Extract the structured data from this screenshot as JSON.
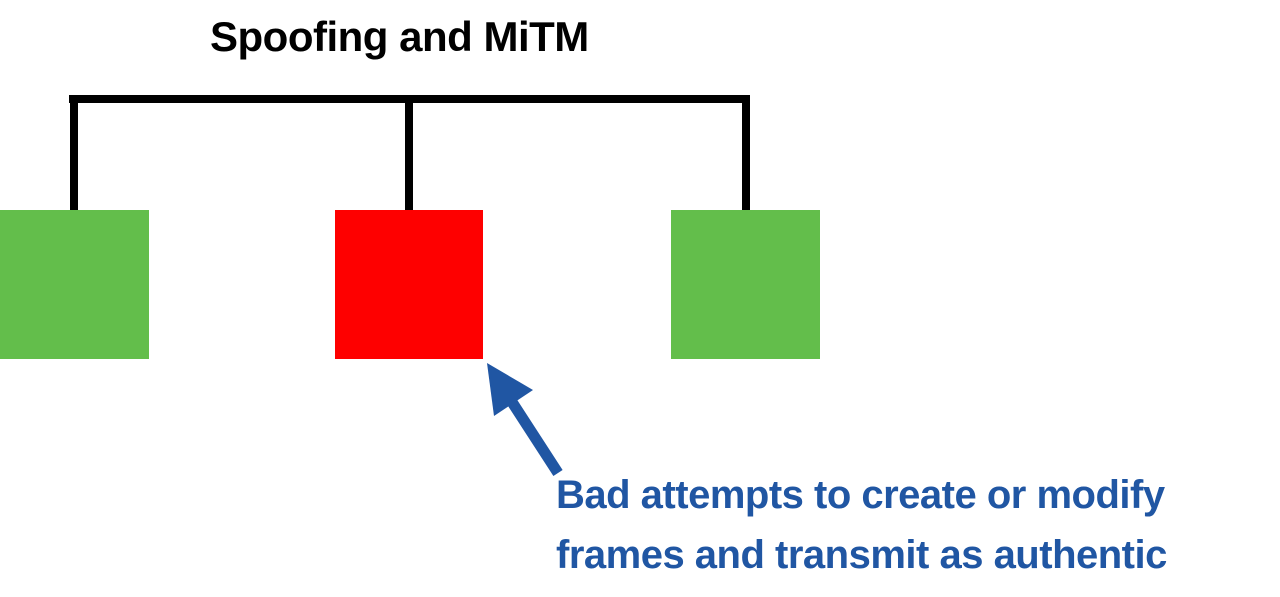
{
  "title": "Spoofing and MiTM",
  "colors": {
    "title": "#000000",
    "connector": "#000000",
    "green": "#63BE4B",
    "red": "#FE0000",
    "blue": "#2056A3"
  },
  "nodes": [
    {
      "position": "left",
      "color_role": "green",
      "color": "#63BE4B"
    },
    {
      "position": "middle",
      "color_role": "red",
      "color": "#FE0000"
    },
    {
      "position": "right",
      "color_role": "green",
      "color": "#63BE4B"
    }
  ],
  "annotation": {
    "line1": "Bad attempts to create or modify",
    "line2": "frames and transmit as authentic"
  }
}
